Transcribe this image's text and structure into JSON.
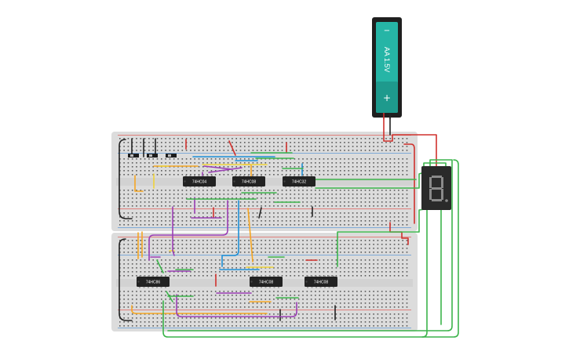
{
  "battery": {
    "label": "AA 1.5V",
    "minus": "−",
    "plus": "+",
    "body_color": "#1f1f1f",
    "cell_color": "#26b5a6"
  },
  "display": {
    "digit": "8.",
    "type": "seven-segment"
  },
  "breadboards": [
    {
      "name": "upper breadboard",
      "chips": [
        "74HC04",
        "74HC08",
        "74HC32"
      ],
      "switches": 3
    },
    {
      "name": "lower breadboard",
      "chips": [
        "74HC86",
        "74HC08",
        "74HC08"
      ]
    }
  ],
  "colors": {
    "board": "#dcdcdc",
    "rail_red": "#e2231a",
    "rail_blue": "#1f77d0",
    "wire_green": "#3cb44b",
    "wire_orange": "#f5a623",
    "wire_purple": "#9b3fb5",
    "wire_red": "#d0312d",
    "wire_blue": "#1e90d6",
    "wire_yellow": "#f0d33a",
    "wire_black": "#222222"
  }
}
